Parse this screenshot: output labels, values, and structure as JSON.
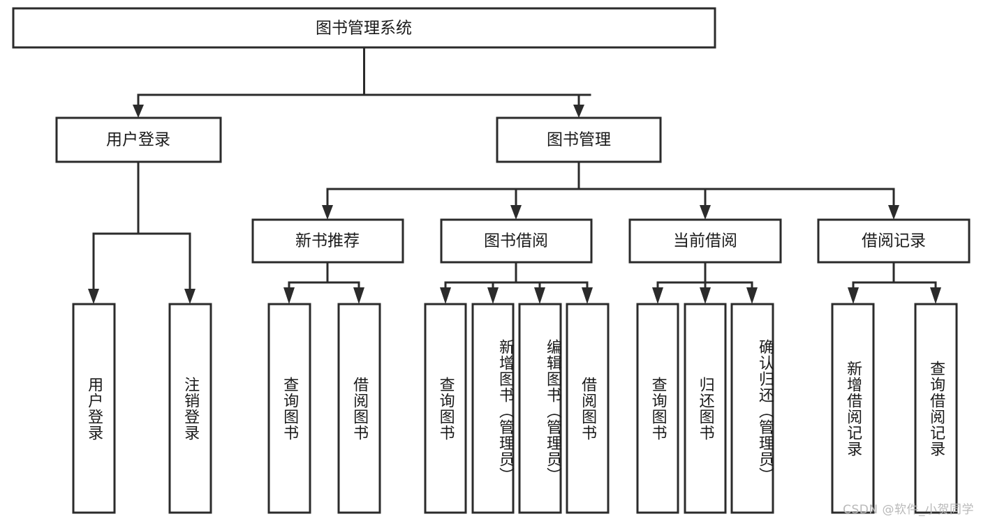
{
  "diagram": {
    "title": "图书管理系统",
    "type": "tree-hierarchy",
    "root": {
      "id": "root",
      "label": "图书管理系统"
    },
    "level2": [
      {
        "id": "user-login",
        "label": "用户登录"
      },
      {
        "id": "book-manage",
        "label": "图书管理"
      }
    ],
    "level3": [
      {
        "id": "new-book-rec",
        "label": "新书推荐",
        "parent": "book-manage"
      },
      {
        "id": "book-borrow",
        "label": "图书借阅",
        "parent": "book-manage"
      },
      {
        "id": "current-borrow",
        "label": "当前借阅",
        "parent": "book-manage"
      },
      {
        "id": "borrow-record",
        "label": "借阅记录",
        "parent": "book-manage"
      }
    ],
    "leaves": [
      {
        "id": "leaf-user-login",
        "label": "用户登录",
        "parent": "user-login"
      },
      {
        "id": "leaf-user-logout",
        "label": "注销登录",
        "parent": "user-login"
      },
      {
        "id": "leaf-query-book-1",
        "label": "查询图书",
        "parent": "new-book-rec"
      },
      {
        "id": "leaf-borrow-book-1",
        "label": "借阅图书",
        "parent": "new-book-rec"
      },
      {
        "id": "leaf-query-book-2",
        "label": "查询图书",
        "parent": "book-borrow"
      },
      {
        "id": "leaf-add-book",
        "label": "新增图书（管理员）",
        "parent": "book-borrow"
      },
      {
        "id": "leaf-edit-book",
        "label": "编辑图书（管理员）",
        "parent": "book-borrow"
      },
      {
        "id": "leaf-borrow-book-2",
        "label": "借阅图书",
        "parent": "book-borrow"
      },
      {
        "id": "leaf-query-book-3",
        "label": "查询图书",
        "parent": "current-borrow"
      },
      {
        "id": "leaf-return-book",
        "label": "归还图书",
        "parent": "current-borrow"
      },
      {
        "id": "leaf-confirm-return",
        "label": "确认归还（管理员）",
        "parent": "current-borrow"
      },
      {
        "id": "leaf-add-record",
        "label": "新增借阅记录",
        "parent": "borrow-record"
      },
      {
        "id": "leaf-query-record",
        "label": "查询借阅记录",
        "parent": "borrow-record"
      }
    ]
  },
  "watermark": {
    "text": "CSDN @软件_小贺同学"
  },
  "colors": {
    "stroke": "#2b2b2b",
    "fill": "#ffffff",
    "text": "#1a1a1a",
    "watermark": "#b9b9b9"
  }
}
